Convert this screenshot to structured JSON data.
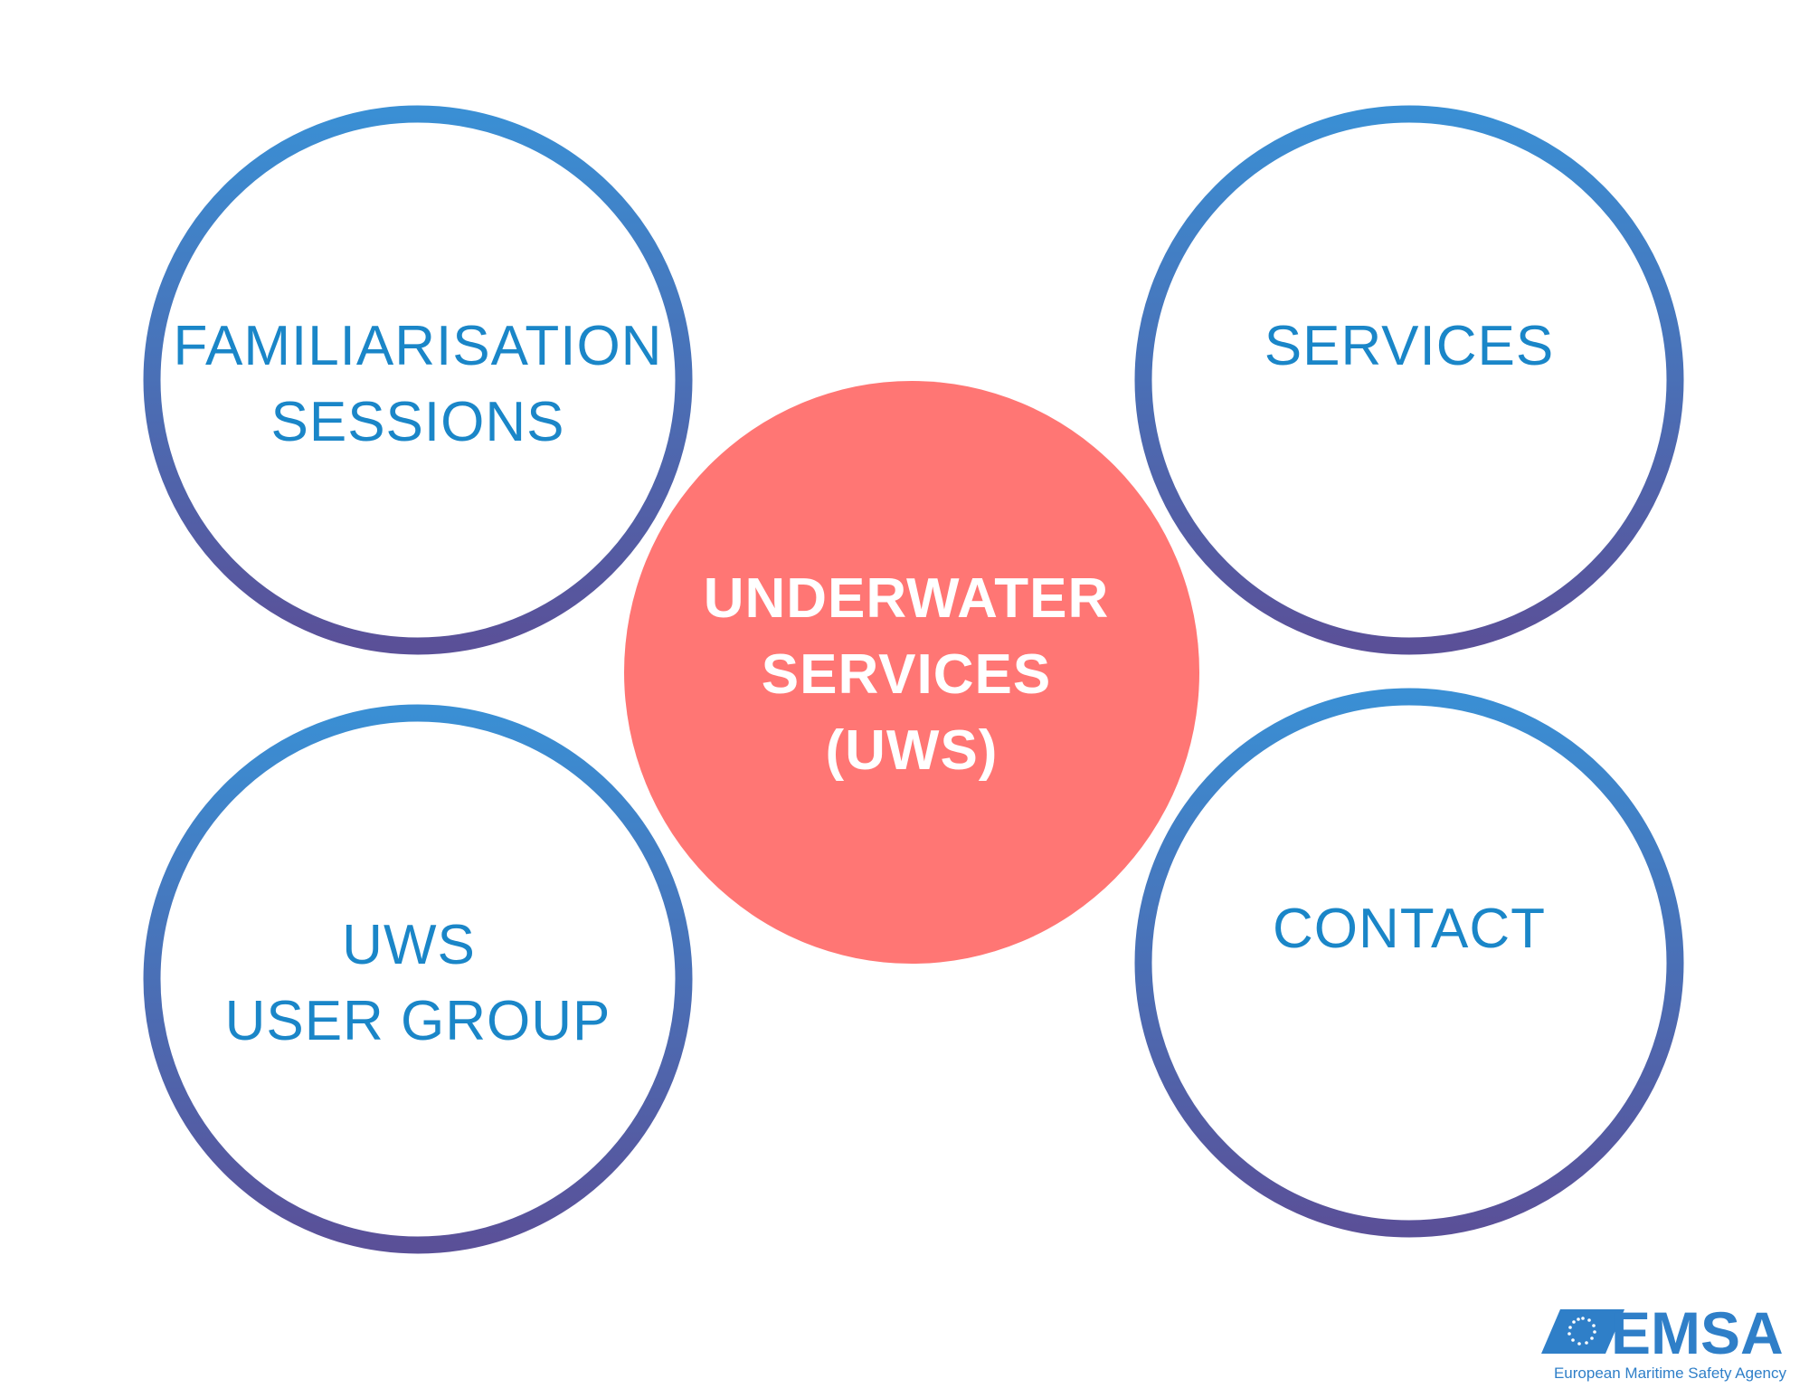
{
  "diagram": {
    "center": {
      "lines": [
        "UNDERWATER",
        "SERVICES",
        "(UWS)"
      ]
    },
    "nodes": [
      {
        "id": "familiarisation",
        "lines": [
          "FAMILIARISATION",
          "SESSIONS"
        ]
      },
      {
        "id": "services",
        "lines": [
          "SERVICES"
        ]
      },
      {
        "id": "user-group",
        "lines": [
          "UWS",
          "USER GROUP"
        ]
      },
      {
        "id": "contact",
        "lines": [
          "CONTACT"
        ]
      }
    ]
  },
  "logo": {
    "name": "EMSA",
    "tagline": "European Maritime Safety Agency"
  },
  "colors": {
    "ring_top": "#3a8fd4",
    "ring_bottom": "#5a5098",
    "label": "#1a86c8",
    "center_fill": "#ff7674",
    "center_text": "#ffffff",
    "logo": "#2f7fc8"
  }
}
